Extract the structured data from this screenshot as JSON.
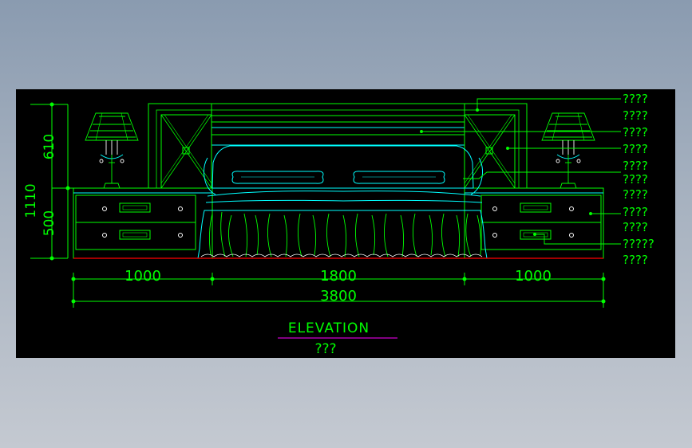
{
  "drawing": {
    "title": "ELEVATION",
    "subtitle": "???",
    "dimensions": {
      "total_height": "1110",
      "upper_height": "610",
      "lower_height": "500",
      "left_width": "1000",
      "center_width": "1800",
      "right_width": "1000",
      "overall_width": "3800"
    },
    "annotations": [
      "????",
      "????",
      "????",
      "????",
      "????",
      "????",
      "????",
      "????",
      "????",
      "?????",
      "????"
    ]
  },
  "colors": {
    "background": "#000000",
    "primary_line": "#00ff00",
    "secondary_line": "#00ffff",
    "accent_line": "#ff0000",
    "title_underline": "#ff00ff",
    "text": "#00ff00"
  }
}
